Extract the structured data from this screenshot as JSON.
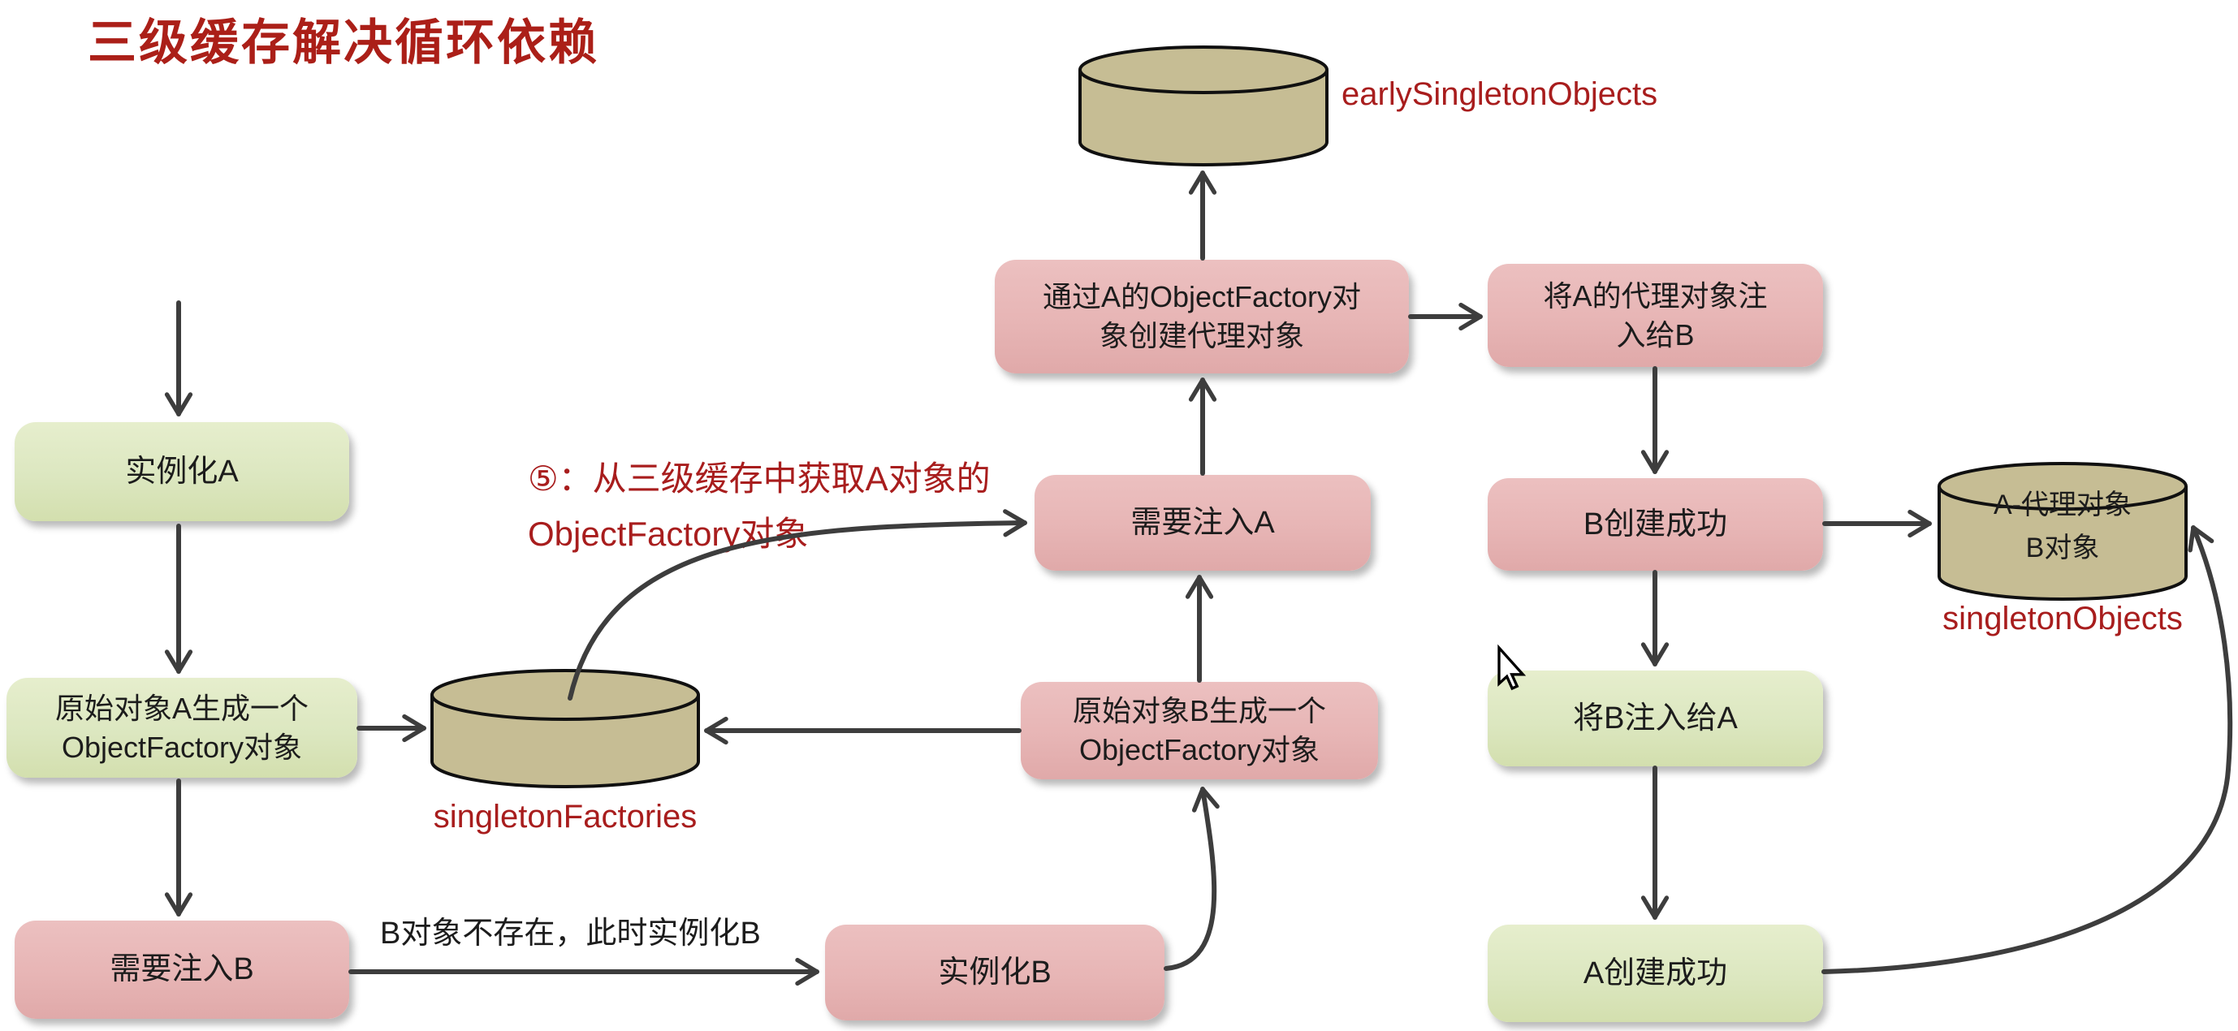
{
  "title": "三级缓存解决循环依赖",
  "cylinders": {
    "early": {
      "label": "earlySingletonObjects"
    },
    "factories": {
      "label": "singletonFactories"
    },
    "singleton": {
      "label": "singletonObjects",
      "content_line1": "A-代理对象",
      "content_line2": "B对象"
    }
  },
  "nodes": {
    "instantiate_a": {
      "label": "实例化A"
    },
    "original_a_factory": {
      "label": "原始对象A生成一个\nObjectFactory对象"
    },
    "need_inject_b": {
      "label": "需要注入B"
    },
    "instantiate_b": {
      "label": "实例化B"
    },
    "original_b_factory": {
      "label": "原始对象B生成一个\nObjectFactory对象"
    },
    "need_inject_a": {
      "label": "需要注入A"
    },
    "create_proxy_via_factory": {
      "label": "通过A的ObjectFactory对\n象创建代理对象"
    },
    "inject_a_proxy_to_b": {
      "label": "将A的代理对象注\n入给B"
    },
    "b_created": {
      "label": "B创建成功"
    },
    "inject_b_to_a": {
      "label": "将B注入给A"
    },
    "a_created": {
      "label": "A创建成功"
    }
  },
  "annotations": {
    "step5": "⑤：从三级缓存中获取A对象的\nObjectFactory对象",
    "b_not_exist": "B对象不存在，此时实例化B"
  },
  "colors": {
    "pink": "#e7b5b5",
    "green": "#dce7c0",
    "cylinder": "#c6bd94",
    "red": "#a81d1d",
    "title": "#ab1f18",
    "arrow": "#3d3d3d",
    "ink": "#1c1c1c"
  }
}
